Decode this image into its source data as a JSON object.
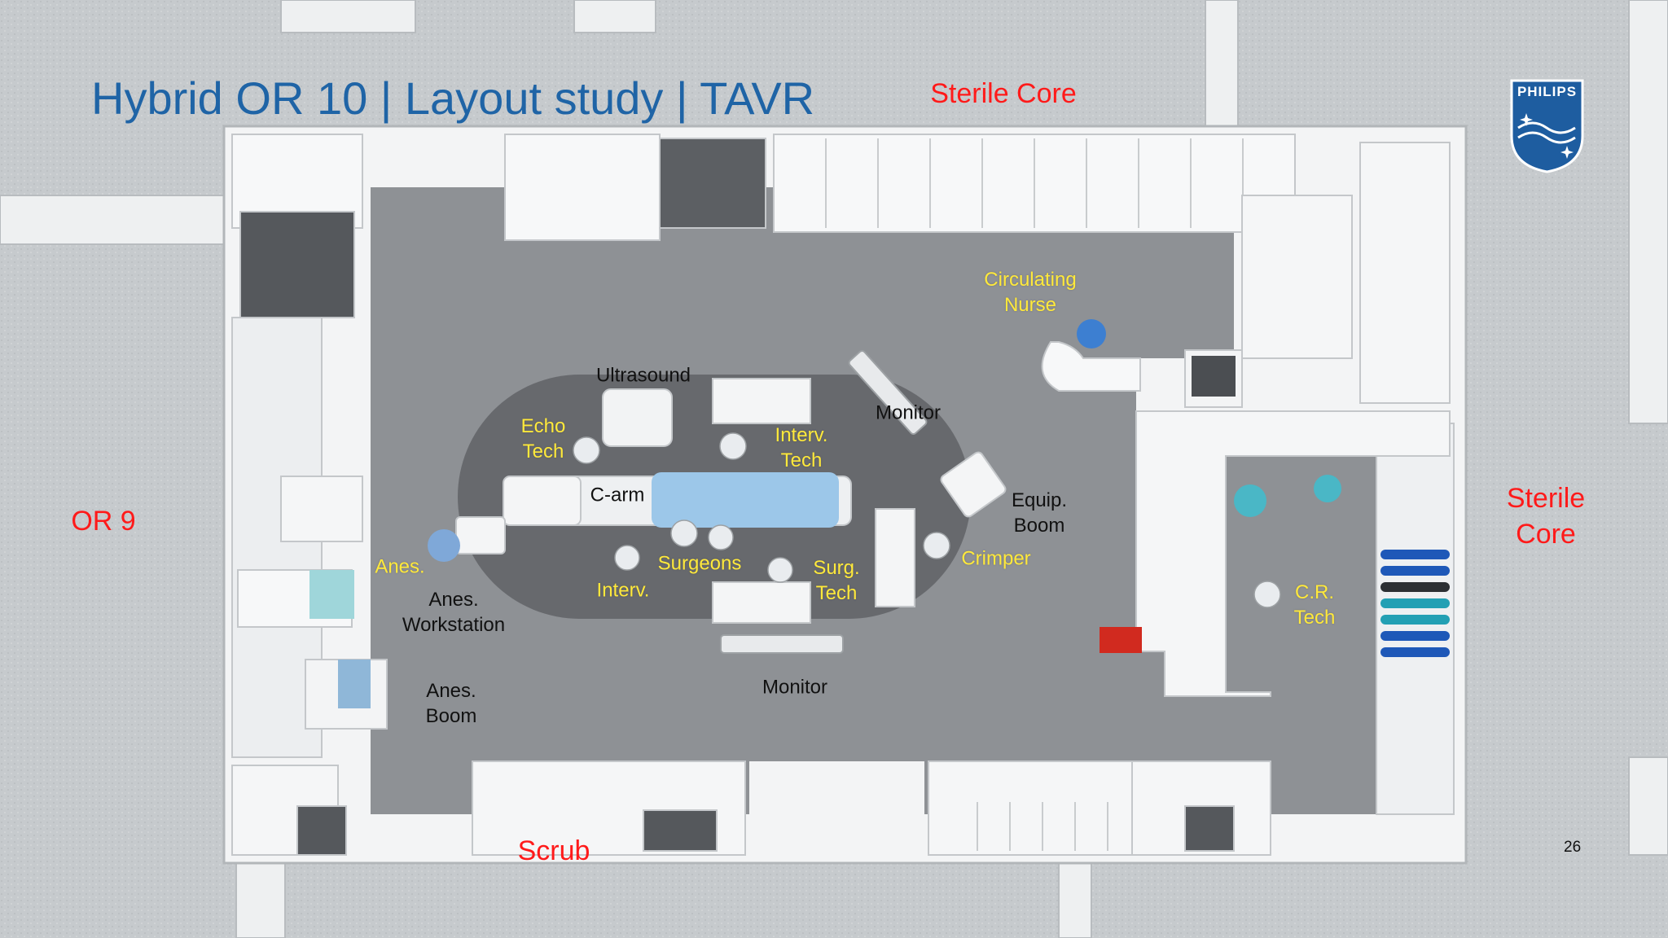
{
  "slide": {
    "title": "Hybrid OR 10  | Layout study | TAVR",
    "page_number": "26",
    "logo_text": "PHILIPS"
  },
  "areas": {
    "sterile_core_top": "Sterile Core",
    "sterile_core_right": "Sterile\nCore",
    "or9": "OR 9",
    "scrub": "Scrub"
  },
  "staff": {
    "circulating_nurse": "Circulating\nNurse",
    "echo_tech": "Echo\nTech",
    "interv_tech": "Interv.\nTech",
    "anes": "Anes.",
    "surgeons": "Surgeons",
    "interv": "Interv.",
    "surg_tech": "Surg.\nTech",
    "crimper": "Crimper",
    "cr_tech": "C.R.\nTech"
  },
  "equipment": {
    "ultrasound": "Ultrasound",
    "monitor_top": "Monitor",
    "c_arm": "C-arm",
    "equip_boom": "Equip.\nBoom",
    "anes_workstation": "Anes.\nWorkstation",
    "anes_boom": "Anes.\nBoom",
    "monitor_bottom": "Monitor"
  },
  "colors": {
    "title": "#1f64a6",
    "area_label": "#ff1a1a",
    "staff_label": "#ffe93b",
    "equipment_label": "#111111",
    "floor": "#8c8f93",
    "sterile_zone": "#66696d",
    "walls": "#f2f3f4",
    "surroundings": "#c9cdd0",
    "logo": "#1e5da0"
  }
}
